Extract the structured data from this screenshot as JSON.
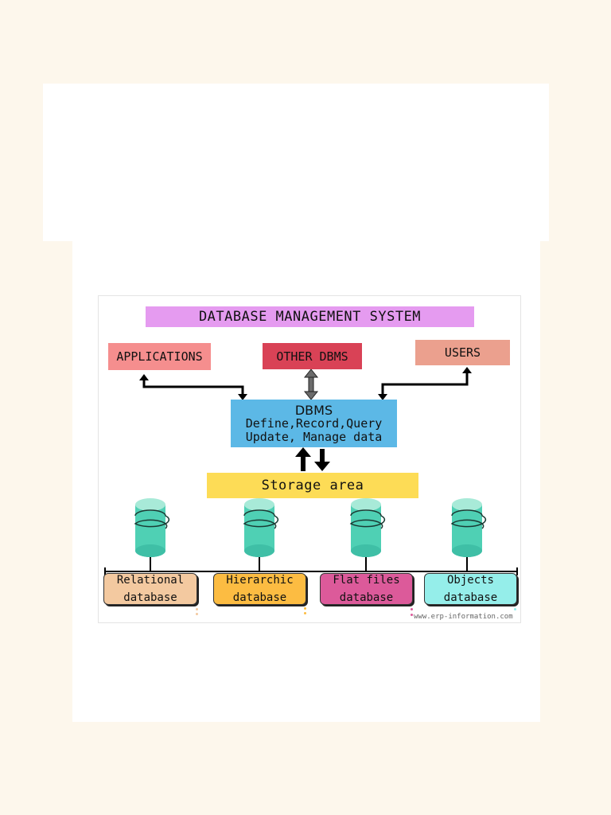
{
  "diagram": {
    "title": "DATABASE MANAGEMENT SYSTEM",
    "applications": "APPLICATIONS",
    "other_dbms": "OTHER DBMS",
    "users": "USERS",
    "dbms": {
      "title": "DBMS",
      "line1": "Define,Record,Query",
      "line2": "Update, Manage data"
    },
    "storage": "Storage area",
    "databases": [
      {
        "line1": "Relational",
        "line2": "database"
      },
      {
        "line1": "Hierarchic",
        "line2": "database"
      },
      {
        "line1": "Flat files",
        "line2": "database"
      },
      {
        "line1": "Objects",
        "line2": "database"
      }
    ],
    "watermark": "www.erp-information.com"
  },
  "colors": {
    "title": "#e59bf0",
    "applications": "#f58e8e",
    "other_dbms": "#d94256",
    "users": "#eba08e",
    "dbms": "#5cb8e6",
    "storage": "#fddc56",
    "cylinder": "#4fd0b4",
    "relational": "#f3c9a0",
    "hierarchic": "#fcbc42",
    "flat_files": "#dc5a9a",
    "objects": "#95eeea"
  }
}
